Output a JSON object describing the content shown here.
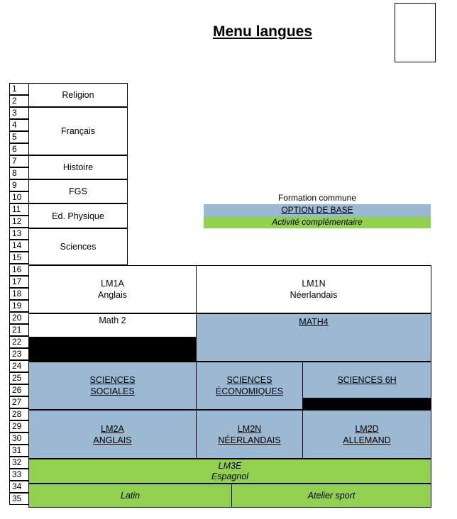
{
  "title": "Menu langues",
  "row_numbers": [
    "1",
    "2",
    "3",
    "4",
    "5",
    "6",
    "7",
    "8",
    "9",
    "10",
    "11",
    "12",
    "13",
    "14",
    "15",
    "16",
    "17",
    "18",
    "19",
    "20",
    "21",
    "22",
    "23",
    "24",
    "25",
    "26",
    "27",
    "28",
    "29",
    "30",
    "31",
    "32",
    "33",
    "34",
    "35"
  ],
  "common": {
    "religion": "Religion",
    "francais": "Français",
    "histoire": "Histoire",
    "fgs": "FGS",
    "ed_physique": "Ed. Physique",
    "sciences": "Sciences"
  },
  "legend": {
    "formation_commune": "Formation commune",
    "option_de_base": "OPTION DE BASE",
    "activite_complementaire": "Activité complémentaire"
  },
  "lm1": {
    "a_code": "LM1A",
    "a_lang": "Anglais",
    "n_code": "LM1N",
    "n_lang": "Néerlandais"
  },
  "math": {
    "math2": "Math 2",
    "math4": "MATH4"
  },
  "sciences_options": {
    "sociales_1": "SCIENCES",
    "sociales_2": "SOCIALES",
    "eco_1": "SCIENCES",
    "eco_2": "ÉCONOMIQUES",
    "six_h": "SCIENCES 6H"
  },
  "lm2": {
    "a_code": "LM2A",
    "a_lang": "ANGLAIS",
    "n_code": "LM2N",
    "n_lang": "NÉERLANDAIS",
    "d_code": "LM2D",
    "d_lang": "ALLEMAND"
  },
  "lm3": {
    "code": "LM3E",
    "lang": "Espagnol"
  },
  "activities": {
    "latin": "Latin",
    "atelier_sport": "Atelier sport"
  },
  "colors": {
    "option_blue": "#9cb9d3",
    "activity_green": "#92d050",
    "common_white": "#ffffff"
  }
}
